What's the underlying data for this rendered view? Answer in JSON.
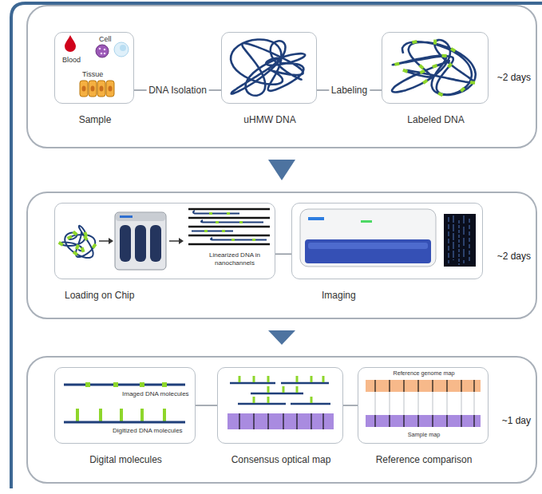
{
  "diagram": {
    "nodes": [
      {
        "text": [
          "~2 days"
        ]
      },
      {
        "text": [
          "Sample",
          "Blood",
          "Cell",
          "Tissue"
        ],
        "in": 0
      },
      {
        "text": [
          "uHMW DNA"
        ],
        "in": 0
      },
      {
        "text": [
          "Labeled DNA"
        ],
        "in": 0
      },
      {
        "text": [
          "~2 days"
        ]
      },
      {
        "text": [
          "Loading on Chip",
          "Linearized DNA in nanochannels"
        ],
        "in": 4
      },
      {
        "text": [
          "Imaging"
        ],
        "in": 4
      },
      {
        "text": [
          "~1 day"
        ]
      },
      {
        "text": [
          "Digital molecules",
          "Imaged DNA molecules",
          "Digitized DNA molecules"
        ],
        "in": 7
      },
      {
        "text": [
          "Consensus optical map"
        ],
        "in": 7
      },
      {
        "text": [
          "Reference comparison",
          "Reference genome map",
          "Sample map"
        ],
        "in": 7
      }
    ],
    "edges": [
      {
        "from": 1,
        "to": 2,
        "label": "DNA Isolation",
        "arrow": "none"
      },
      {
        "from": 2,
        "to": 3,
        "label": "Labeling",
        "arrow": "none"
      },
      {
        "from": 0,
        "to": 4,
        "arrow": "to"
      },
      {
        "from": 4,
        "to": 7,
        "arrow": "to"
      },
      {
        "from": 5,
        "to": 6,
        "arrow": "none"
      },
      {
        "from": 8,
        "to": 9,
        "arrow": "none"
      },
      {
        "from": 9,
        "to": 10,
        "arrow": "none"
      }
    ]
  }
}
